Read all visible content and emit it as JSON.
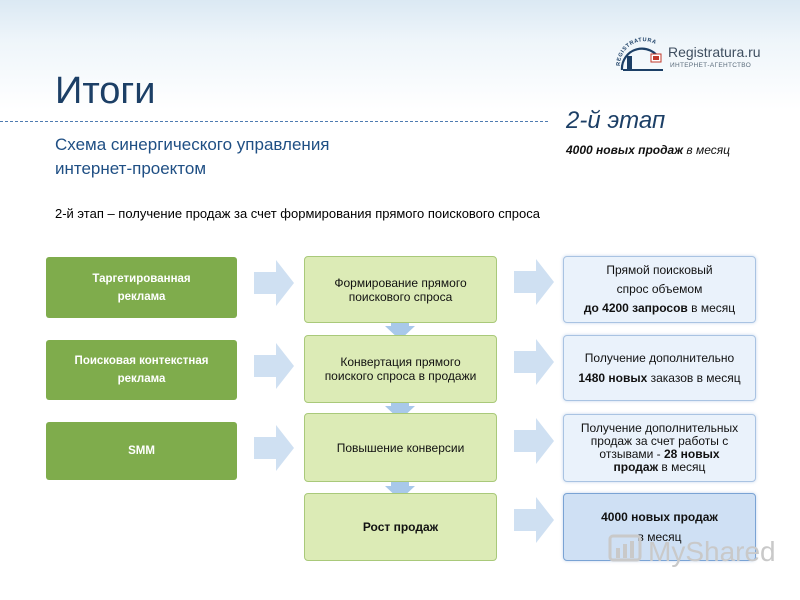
{
  "header": {
    "title": "Итоги",
    "subtitle_line1": "Схема синергического управления",
    "subtitle_line2": "интернет-проектом",
    "stage_title": "2-й этап",
    "stage_sub_bold": "4000 новых продаж",
    "stage_sub_rest": " в месяц",
    "description": "2-й этап – получение продаж за счет формирования прямого поискового спроса"
  },
  "logo": {
    "arc_text": "REGISTRATURA",
    "name": "Registratura.ru",
    "tagline": "ИНТЕРНЕТ-АГЕНТСТВО"
  },
  "left_boxes": [
    {
      "line1": "Таргетированная",
      "line2": "реклама"
    },
    {
      "line1": "Поисковая контекстная",
      "line2": "реклама"
    },
    {
      "line1": "SMM",
      "line2": ""
    }
  ],
  "middle_boxes": [
    {
      "line1": "Формирование прямого",
      "line2": "поискового спроса"
    },
    {
      "line1": "Конвертация прямого",
      "line2": "поиского спроса в продажи"
    },
    {
      "line1": "Повышение конверсии",
      "line2": ""
    },
    {
      "line1": "Рост продаж",
      "line2": ""
    }
  ],
  "results": [
    {
      "line1": "Прямой поисковый",
      "line2": "спрос объемом",
      "line3_bold": "до 4200 запросов",
      "line3_rest": " в месяц"
    },
    {
      "line1": "Получение дополнительно",
      "line2_bold": "1480 новых",
      "line2_rest": " заказов в месяц"
    },
    {
      "line1": "Получение дополнительных",
      "line2": "продаж за счет работы с",
      "line3_plain": "отзывами - ",
      "line3_bold": "28 новых",
      "line4_bold": "продаж",
      "line4_rest": " в месяц"
    },
    {
      "line1_bold": "4000 новых продаж",
      "line2": "в месяц"
    }
  ],
  "watermark": {
    "text": "MyShared"
  },
  "colors": {
    "green": "#7fac4c",
    "light_green": "#dcebb6",
    "light_blue": "#eaf2fb",
    "arrow": "#cfe0f2",
    "title": "#1c3f66"
  }
}
